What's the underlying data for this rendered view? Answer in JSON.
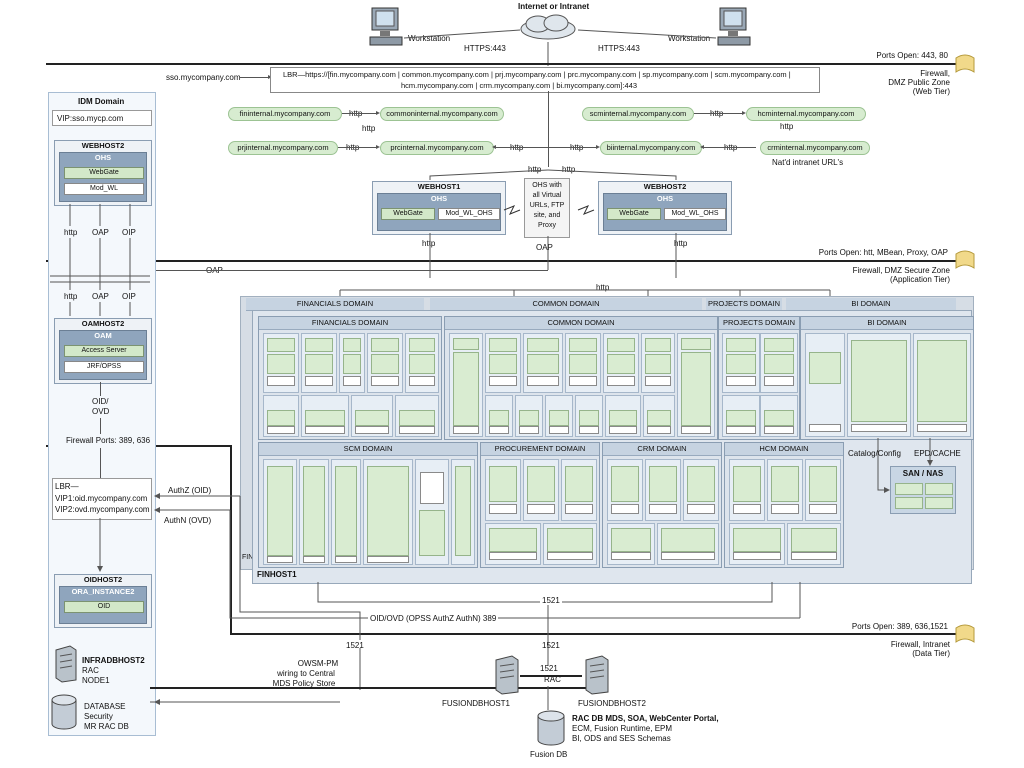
{
  "top": {
    "internet": "Internet or Intranet",
    "workstation_left": "Workstation",
    "workstation_right": "Workstation",
    "https_left": "HTTPS:443",
    "https_right": "HTTPS:443"
  },
  "zones": {
    "web": {
      "ports": "Ports Open: 443, 80",
      "line1": "Firewall,",
      "line2": "DMZ Public Zone",
      "line3": "(Web Tier)"
    },
    "app": {
      "ports": "Ports Open: htt, MBean, Proxy, OAP",
      "line1": "Firewall, DMZ Secure Zone",
      "line2": "(Application Tier)"
    },
    "data": {
      "ports": "Ports Open: 389, 636,1521",
      "line1": "Firewall, Intranet",
      "line2": "(Data Tier)"
    }
  },
  "lbr": {
    "sso": "sso.mycompany.com",
    "line1": "LBR—https://[fin.mycompany.com | common.mycompany.com | prj.mycompany.com | prc.mycompany.com | sp.mycompany.com | scm.mycompany.com |",
    "line2": "hcm.mycompany.com | crm.mycompany.com | bi.mycompany.com]:443"
  },
  "internal_urls": {
    "fin": "fininternal.mycompany.com",
    "common": "commoninternal.mycompany.com",
    "scm": "scminternal.mycompany.com",
    "hcm": "hcminternal.mycompany.com",
    "prj": "prjinternal.mycompany.com",
    "prc": "prcinternal.mycompany.com",
    "bi": "biinternal.mycompany.com",
    "crm": "crminternal.mycompany.com",
    "natd": "Nat'd intranet URL's"
  },
  "proto": {
    "http": "http",
    "oap": "OAP",
    "oip": "OIP",
    "port1521": "1521"
  },
  "webhost1": {
    "title": "WEBHOST1",
    "ohs": "OHS",
    "webgate": "WebGate",
    "mod": "Mod_WL_OHS"
  },
  "webhost2": {
    "title": "WEBHOST2",
    "ohs": "OHS",
    "webgate": "WebGate",
    "mod": "Mod_WL_OHS"
  },
  "ohs_note": {
    "l1": "OHS with",
    "l2": "all Virtual",
    "l3": "URLs, FTP",
    "l4": "site, and",
    "l5": "Proxy"
  },
  "idm": {
    "title": "IDM Domain",
    "vip": "VIP:sso.mycp.com",
    "webhost2": {
      "title": "WEBHOST2",
      "ohs": "OHS",
      "webgate": "WebGate",
      "mod": "Mod_WL"
    },
    "oamhost2": {
      "title": "OAMHOST2",
      "oam": "OAM",
      "access": "Access Server",
      "jrf": "JRF/OPSS"
    },
    "oid_ovd": "OID/",
    "ovd": "OVD",
    "firewall_ports": "Firewall Ports: 389, 636",
    "lbr_l1": "LBR—",
    "lbr_l2": "VIP1:oid.mycompany.com",
    "lbr_l3": "VIP2:ovd.mycompany.com",
    "authz": "AuthZ (OID)",
    "authn": "AuthN (OVD)",
    "oidhost2": {
      "title": "OIDHOST2",
      "inst": "ORA_INSTANCE2",
      "oid": "OID"
    },
    "infra": {
      "l1": "INFRADBHOST2",
      "l2": "RAC",
      "l3": "NODE1"
    },
    "db": {
      "l1": "DATABASE",
      "l2": "Security",
      "l3": "MR RAC DB"
    }
  },
  "fin": {
    "back_fin": "FINANCIALS DOMAIN",
    "back_common": "COMMON DOMAIN",
    "back_prj": "PROJECTS DOMAIN",
    "back_bi": "BI DOMAIN",
    "fin": "FINANCIALS DOMAIN",
    "common": "COMMON DOMAIN",
    "prj": "PROJECTS DOMAIN",
    "bi": "BI DOMAIN",
    "scm": "SCM DOMAIN",
    "procurement": "PROCUREMENT DOMAIN",
    "crm": "CRM DOMAIN",
    "hcm": "HCM DOMAIN",
    "catalog": "Catalog/Config",
    "epd": "EPD/CACHE",
    "san": "SAN / NAS",
    "finhost1": "FINHOST1",
    "fin_back_label": "FIN"
  },
  "bottom": {
    "oid_ovd": "OID/OVD (OPSS AuthZ AuthN) 389",
    "owsm_l1": "OWSM-PM",
    "owsm_l2": "wiring to Central",
    "owsm_l3": "MDS Policy Store",
    "rac": "RAC",
    "fdb1": "FUSIONDBHOST1",
    "fdb2": "FUSIONDBHOST2",
    "racdb_l1": "RAC DB MDS, SOA, WebCenter Portal,",
    "racdb_l2": "ECM, Fusion Runtime, EPM",
    "racdb_l3": "BI, ODS and SES Schemas",
    "fusion_db": "Fusion DB"
  },
  "colors": {
    "green": "#d7ecd0",
    "blue_panel": "#dde4ec",
    "zone_line": "#222222"
  }
}
